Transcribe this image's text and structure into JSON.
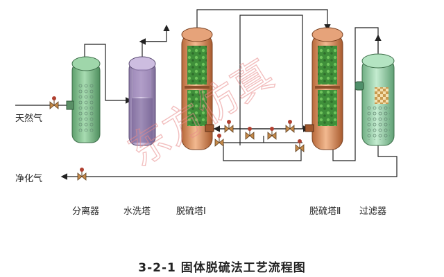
{
  "labels": {
    "inlet": "天然气",
    "outlet": "净化气",
    "separator": "分离器",
    "washer": "水洗塔",
    "tower1": "脱硫塔Ⅰ",
    "tower2": "脱硫塔Ⅱ",
    "filter": "过滤器"
  },
  "caption": "3-2-1   固体脱硫法工艺流程图",
  "watermark": "东方仿真",
  "colors": {
    "separator": "#7fbf8c",
    "washer": "#b8a4cf",
    "tower": "#d9915f",
    "filter": "#8fcfa0",
    "packing": "#3f8f3a",
    "pipe": "#222222",
    "watermark": "#e88a8a"
  }
}
